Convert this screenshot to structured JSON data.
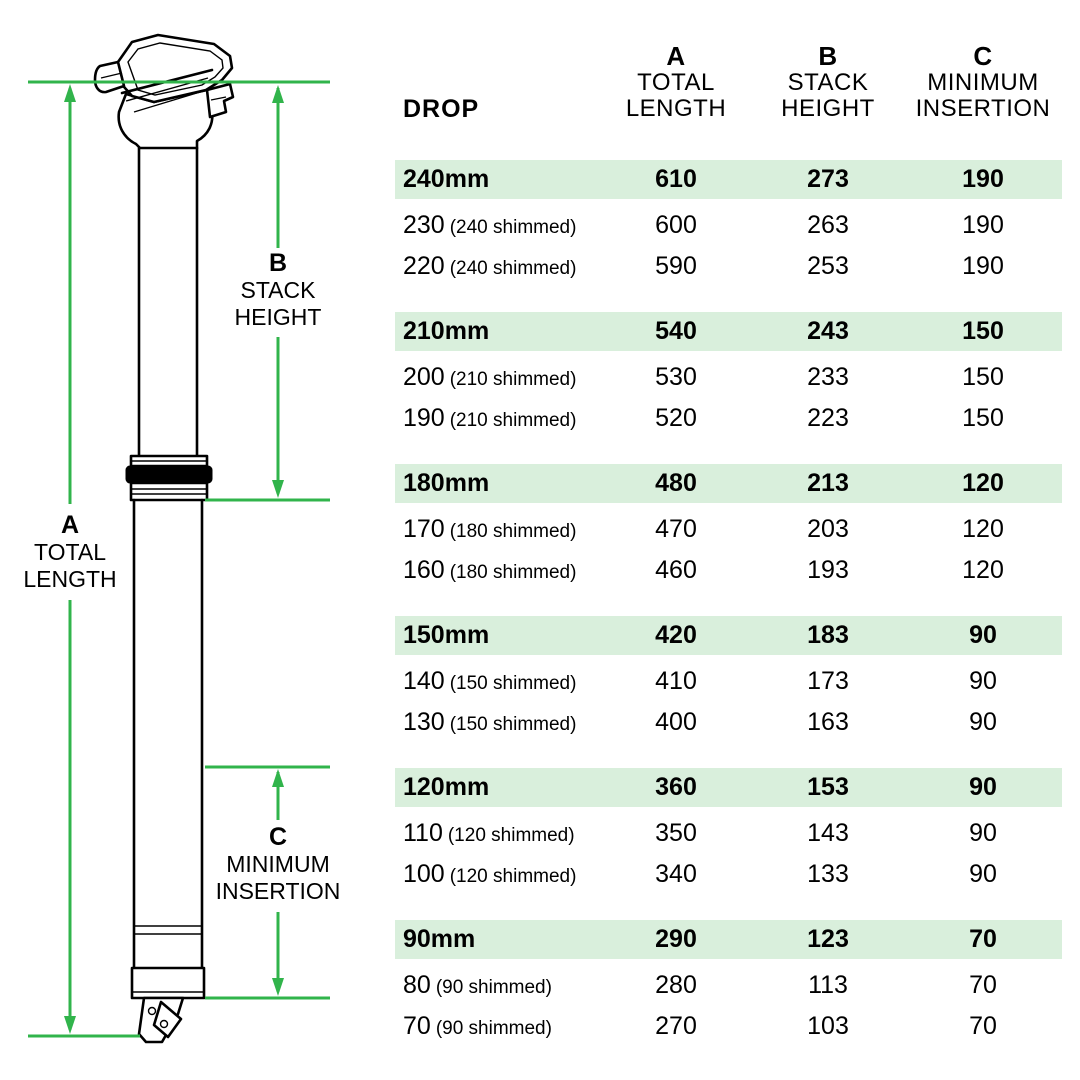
{
  "colors": {
    "accent_green": "#31b44b",
    "row_highlight": "#d9efdc",
    "ink": "#000000"
  },
  "diagram": {
    "dim_a": {
      "letter": "A",
      "label_lines": [
        "TOTAL",
        "LENGTH"
      ]
    },
    "dim_b": {
      "letter": "B",
      "label_lines": [
        "STACK",
        "HEIGHT"
      ]
    },
    "dim_c": {
      "letter": "C",
      "label_lines": [
        "MINIMUM",
        "INSERTION"
      ]
    },
    "icons": [
      "seatpost-illustration",
      "dimension-arrows"
    ]
  },
  "table": {
    "header": {
      "drop": "DROP",
      "columns": [
        {
          "letter": "A",
          "lines": [
            "TOTAL",
            "LENGTH"
          ]
        },
        {
          "letter": "B",
          "lines": [
            "STACK",
            "HEIGHT"
          ]
        },
        {
          "letter": "C",
          "lines": [
            "MINIMUM",
            "INSERTION"
          ]
        }
      ]
    },
    "groups": [
      {
        "drop": "240mm",
        "total": "610",
        "stack": "273",
        "insertion": "190",
        "rows": [
          {
            "drop": "230",
            "note": "(240 shimmed)",
            "total": "600",
            "stack": "263",
            "insertion": "190"
          },
          {
            "drop": "220",
            "note": "(240 shimmed)",
            "total": "590",
            "stack": "253",
            "insertion": "190"
          }
        ]
      },
      {
        "drop": "210mm",
        "total": "540",
        "stack": "243",
        "insertion": "150",
        "rows": [
          {
            "drop": "200",
            "note": "(210 shimmed)",
            "total": "530",
            "stack": "233",
            "insertion": "150"
          },
          {
            "drop": "190",
            "note": "(210 shimmed)",
            "total": "520",
            "stack": "223",
            "insertion": "150"
          }
        ]
      },
      {
        "drop": "180mm",
        "total": "480",
        "stack": "213",
        "insertion": "120",
        "rows": [
          {
            "drop": "170",
            "note": "(180 shimmed)",
            "total": "470",
            "stack": "203",
            "insertion": "120"
          },
          {
            "drop": "160",
            "note": "(180 shimmed)",
            "total": "460",
            "stack": "193",
            "insertion": "120"
          }
        ]
      },
      {
        "drop": "150mm",
        "total": "420",
        "stack": "183",
        "insertion": "90",
        "rows": [
          {
            "drop": "140",
            "note": "(150 shimmed)",
            "total": "410",
            "stack": "173",
            "insertion": "90"
          },
          {
            "drop": "130",
            "note": "(150 shimmed)",
            "total": "400",
            "stack": "163",
            "insertion": "90"
          }
        ]
      },
      {
        "drop": "120mm",
        "total": "360",
        "stack": "153",
        "insertion": "90",
        "rows": [
          {
            "drop": "110",
            "note": "(120 shimmed)",
            "total": "350",
            "stack": "143",
            "insertion": "90"
          },
          {
            "drop": "100",
            "note": "(120 shimmed)",
            "total": "340",
            "stack": "133",
            "insertion": "90"
          }
        ]
      },
      {
        "drop": "90mm",
        "total": "290",
        "stack": "123",
        "insertion": "70",
        "rows": [
          {
            "drop": "80",
            "note": "(90 shimmed)",
            "total": "280",
            "stack": "113",
            "insertion": "70"
          },
          {
            "drop": "70",
            "note": "(90 shimmed)",
            "total": "270",
            "stack": "103",
            "insertion": "70"
          }
        ]
      }
    ]
  }
}
